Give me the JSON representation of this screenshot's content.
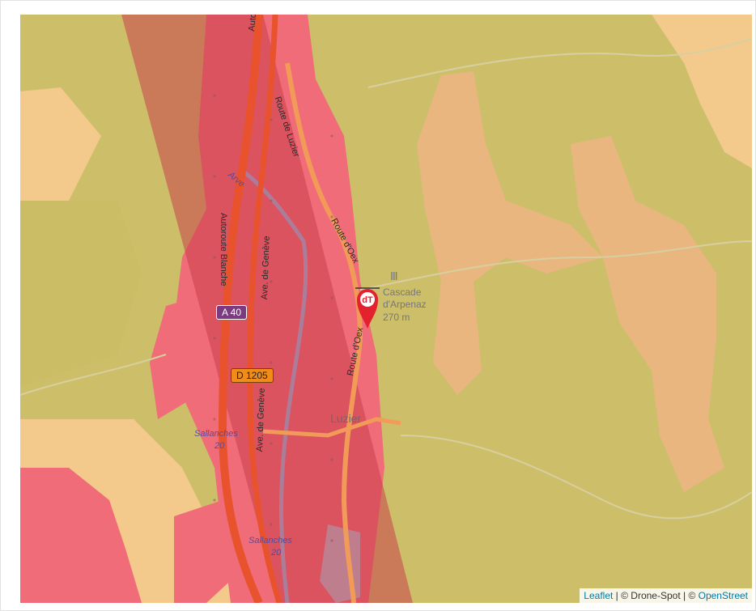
{
  "map": {
    "place_labels": [
      {
        "id": "luzier",
        "text": "Luzier"
      },
      {
        "id": "cascade1",
        "text": "Cascade"
      },
      {
        "id": "cascade2",
        "text": "d'Arpenaz"
      },
      {
        "id": "cascade3",
        "text": "270 m"
      }
    ],
    "road_labels": [
      {
        "id": "autoroute-top",
        "text": "Autoroute"
      },
      {
        "id": "route-luzier",
        "text": "Route de Luzier"
      },
      {
        "id": "route-oex-1",
        "text": "Route d'Oex"
      },
      {
        "id": "route-oex-2",
        "text": "Route d'Oex"
      },
      {
        "id": "autoroute-blanche",
        "text": "Autoroute Blanche"
      },
      {
        "id": "ave-geneve-1",
        "text": "Ave. de Genève"
      },
      {
        "id": "ave-geneve-2",
        "text": "Ave. de Genève"
      },
      {
        "id": "arve",
        "text": "Arve"
      }
    ],
    "admin_labels": [
      {
        "id": "sallanches-1a",
        "text": "Sallanches"
      },
      {
        "id": "sallanches-1b",
        "text": "20"
      },
      {
        "id": "sallanches-2a",
        "text": "Sallanches"
      },
      {
        "id": "sallanches-2b",
        "text": "20"
      }
    ],
    "shields": [
      {
        "id": "a40",
        "text": "A 40",
        "bg": "#7b3b7e",
        "fg": "#ffffff"
      },
      {
        "id": "d1205",
        "text": "D 1205",
        "bg": "#f08c1a",
        "fg": "#222222"
      }
    ],
    "colors": {
      "terrain_green": "#cdbf6a",
      "terrain_beige": "#f3c98c",
      "rock": "#e9b680",
      "restricted_zone": "#f06c78",
      "corridor": "#c8404a",
      "motorway": "#e8532d",
      "primary_road": "#f29b58"
    },
    "marker": {
      "icon": "drone-spot-marker-icon",
      "text": "dT",
      "color": "#e3222d"
    },
    "attribution": {
      "leaflet": "Leaflet",
      "sep1": " | © Drone-Spot | © ",
      "osm": "OpenStreet"
    }
  }
}
